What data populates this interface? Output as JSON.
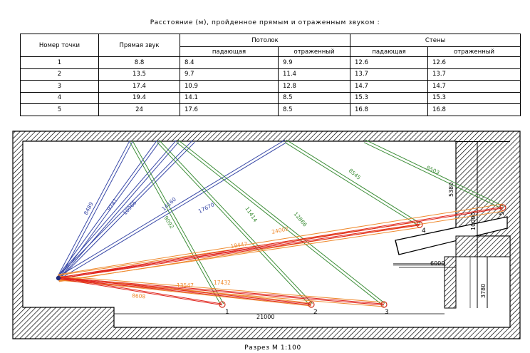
{
  "title": "Расстояние (м), пройденное прямым и отраженным звуком :",
  "table": {
    "col_point": "Номер точки",
    "col_direct": "Прямая звук",
    "group_ceiling": "Потолок",
    "group_walls": "Стены",
    "sub_incident": "падающая",
    "sub_reflected": "отраженный",
    "sub_reflected_walls": "отраженный",
    "rows": [
      [
        "1",
        "8.8",
        "8.4",
        "9.9",
        "12.6",
        "12.6"
      ],
      [
        "2",
        "13.5",
        "9.7",
        "11.4",
        "13.7",
        "13.7"
      ],
      [
        "3",
        "17.4",
        "10.9",
        "12.8",
        "14.7",
        "14.7"
      ],
      [
        "4",
        "19.4",
        "14.1",
        "8.5",
        "15.3",
        "15.3"
      ],
      [
        "5",
        "24",
        "17.6",
        "8.5",
        "16.8",
        "16.8"
      ]
    ]
  },
  "section": {
    "caption": "Разрез М 1:100",
    "points": [
      "1",
      "2",
      "3",
      "4",
      "5"
    ],
    "dim_length": "21000",
    "dim_balcony": "6000",
    "dim_upper": "5380",
    "dim_height": "10000",
    "dim_lower": "3780",
    "ray_labels_blue": [
      "8489",
      "9741",
      "10966",
      "14160",
      "17670"
    ],
    "ray_labels_green": [
      "9092",
      "11414",
      "12866",
      "8545",
      "8503"
    ],
    "ray_labels_orange": [
      "24002",
      "19447",
      "17432",
      "13547",
      "8608"
    ],
    "colors": {
      "blue": "#3a4aa8",
      "green": "#3f8f3a",
      "orange": "#ef8a2e",
      "red": "#e0251d"
    }
  }
}
